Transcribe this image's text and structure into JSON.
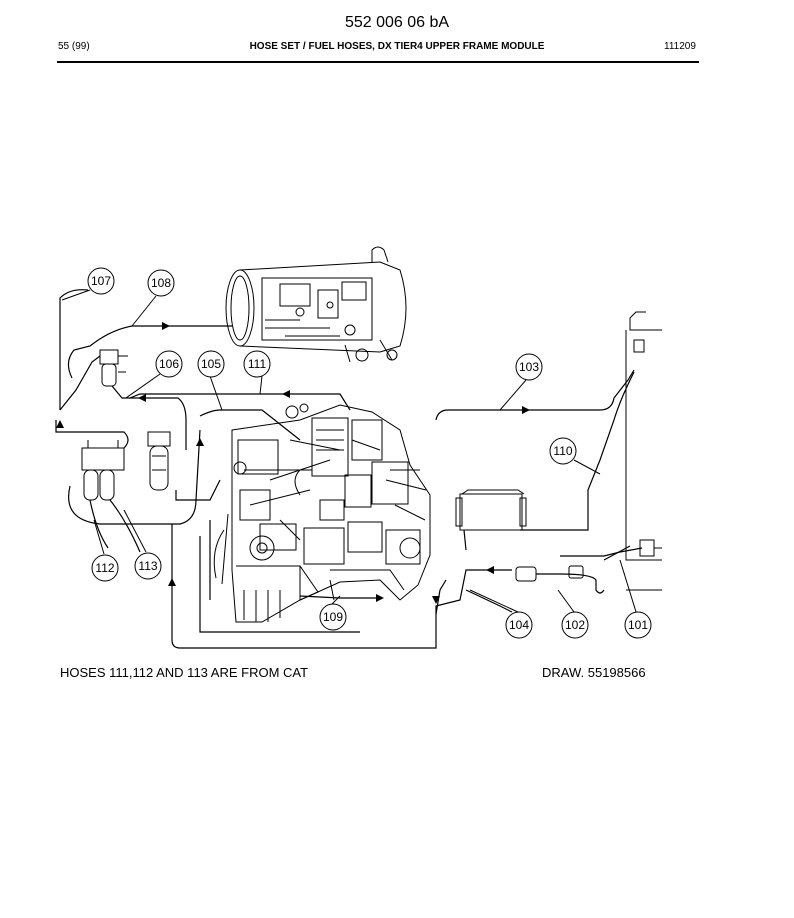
{
  "document": {
    "id": "552 006 06 bA",
    "page": "55 (99)",
    "title": "HOSE SET / FUEL HOSES, DX TIER4 UPPER FRAME MODULE",
    "code": "111209"
  },
  "callouts": [
    "101",
    "102",
    "103",
    "104",
    "105",
    "106",
    "107",
    "108",
    "109",
    "110",
    "111",
    "112",
    "113"
  ],
  "notes": {
    "hoses": "HOSES 111,112 AND 113 ARE FROM CAT",
    "drawing": "DRAW. 55198566"
  }
}
